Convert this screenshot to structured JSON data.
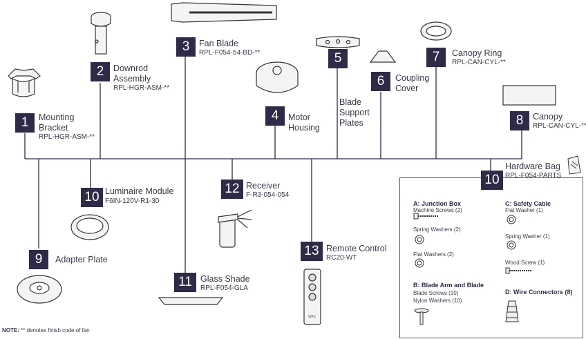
{
  "parts": [
    {
      "num": "1",
      "name": "Mounting\nBracket",
      "code": "RPL-HGR-ASM-**"
    },
    {
      "num": "2",
      "name": "Downrod\nAssembly",
      "code": "RPL-HGR-ASM-**"
    },
    {
      "num": "3",
      "name": "Fan Blade",
      "code": "RPL-F054-54-BD-**"
    },
    {
      "num": "4",
      "name": "Motor\nHousing",
      "code": ""
    },
    {
      "num": "5",
      "name": "Blade\nSupport\nPlates",
      "code": ""
    },
    {
      "num": "6",
      "name": "Coupling\nCover",
      "code": ""
    },
    {
      "num": "7",
      "name": "Canopy Ring",
      "code": "RPL-CAN-CYL-**"
    },
    {
      "num": "8",
      "name": "Canopy",
      "code": "RPL-CAN-CYL-**"
    },
    {
      "num": "9",
      "name": "Adapter Plate",
      "code": ""
    },
    {
      "num": "10",
      "name": "Luminaire Module",
      "code": "F6IN-120V-R1-30"
    },
    {
      "num": "11",
      "name": "Glass Shade",
      "code": "RPL-F054-GLA"
    },
    {
      "num": "12",
      "name": "Receiver",
      "code": "F-R3-054-054"
    },
    {
      "num": "13",
      "name": "Remote Control",
      "code": "RC20-WT"
    },
    {
      "num": "10",
      "name": "Hardware Bag",
      "code": "RPL-F054-PARTS"
    }
  ],
  "hardware": {
    "a_title": "A: Junction Box",
    "a_items": [
      "Machine Screws (2)",
      "Spring Washers (2)",
      "Flat Washers (2)"
    ],
    "b_title": "B: Blade Arm and Blade",
    "b_items": [
      "Blade Screws (10)",
      "Nylon Washers (10)"
    ],
    "c_title": "C: Safety Cable",
    "c_items": [
      "Flat Washer (1)",
      "Spring Washer (1)",
      "Wood Screw (1)"
    ],
    "d_title": "D: Wire Connectors (8)"
  },
  "note": {
    "label": "NOTE:",
    "text": " ** denotes finish code of fan"
  },
  "remote_brand": "WAC"
}
